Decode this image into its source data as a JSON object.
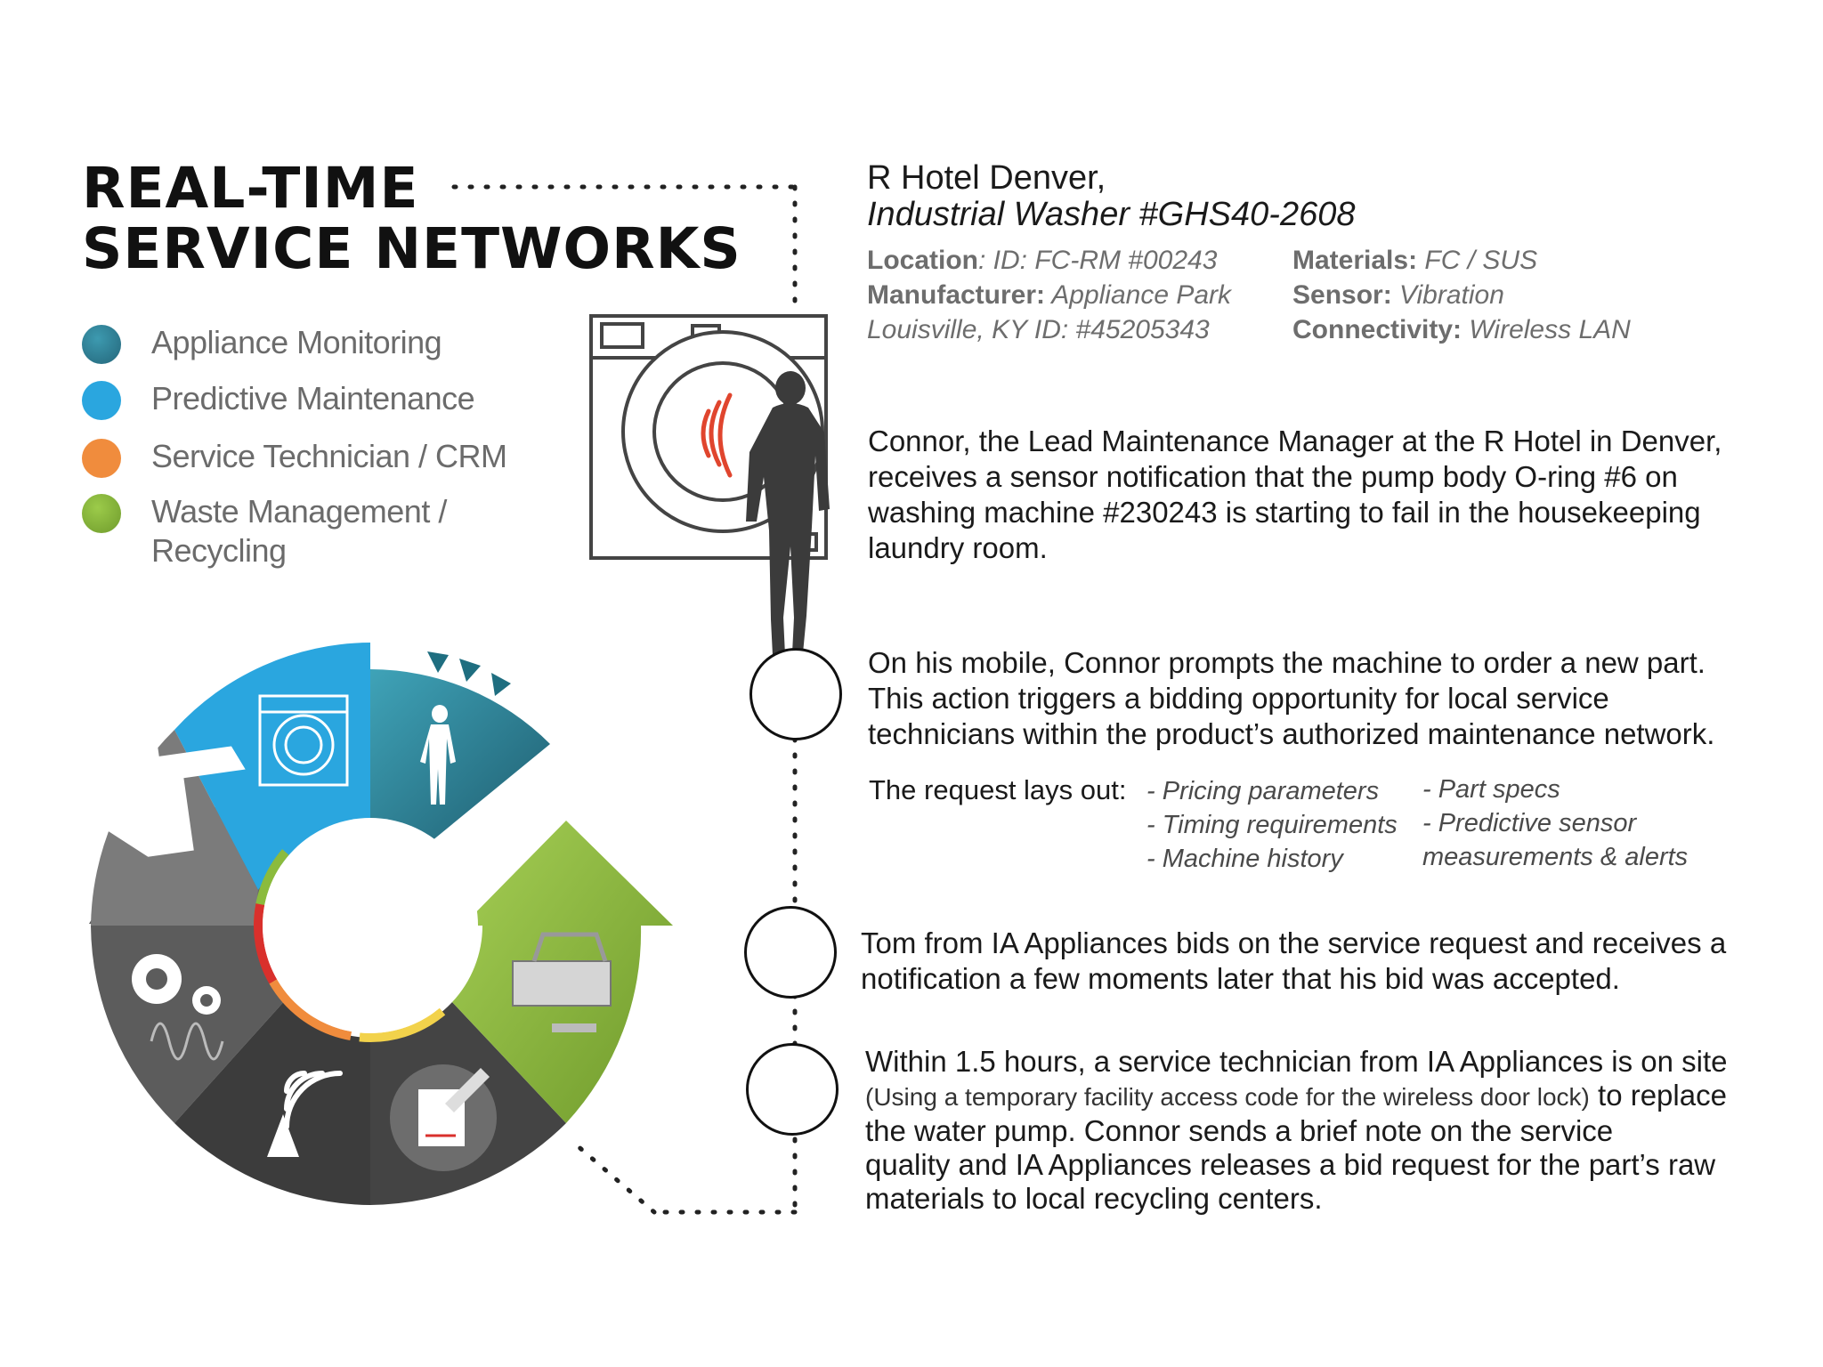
{
  "title": {
    "line1": "REAL-TIME",
    "line2": "SERVICE NETWORKS"
  },
  "legend": [
    {
      "label": "Appliance Monitoring",
      "color": "#2f7f94"
    },
    {
      "label": "Predictive Maintenance",
      "color": "#2aa6df"
    },
    {
      "label": "Service Technician / CRM",
      "color": "#f08c3d"
    },
    {
      "label": "Waste Management /",
      "label2": "Recycling",
      "color": "#8bbb3d"
    }
  ],
  "machine": {
    "hotel": "R Hotel Denver,",
    "name": "Industrial Washer #GHS40-2608",
    "location_key": "Location",
    "location_value": ": ID: FC-RM #00243",
    "manufacturer_key": "Manufacturer:",
    "manufacturer_value": " Appliance Park",
    "manufacturer_value2": "Louisville, KY ID: #45205343",
    "materials_key": "Materials:",
    "materials_value": "  FC / SUS",
    "sensor_key": "Sensor:",
    "sensor_value": " Vibration",
    "connectivity_key": "Connectivity:",
    "connectivity_value": " Wireless LAN"
  },
  "steps": {
    "p1": [
      "Connor, the Lead Maintenance Manager at the R Hotel in Denver,",
      "receives a sensor notification that the pump body O-ring #6 on",
      "washing machine #230243 is starting to fail in the housekeeping",
      "laundry room."
    ],
    "p2": [
      "On his mobile, Connor prompts the machine to order a new part.",
      "This action triggers a bidding opportunity for local service",
      "technicians within the product’s authorized maintenance network."
    ],
    "request_label": "The request lays out:",
    "request_col1": [
      "- Pricing parameters",
      "- Timing requirements",
      "- Machine history"
    ],
    "request_col2": [
      "- Part  specs",
      "- Predictive sensor",
      "measurements & alerts"
    ],
    "p3": [
      "Tom from IA Appliances bids on the service request and receives a",
      "notification a few moments later that his bid was accepted."
    ],
    "p4_line1": "Within 1.5 hours, a service technician from IA Appliances is on site",
    "p4_small": "(Using a temporary facility access code for the wireless door lock)",
    "p4_line2_rest": " to replace",
    "p4_rest": [
      "the water pump. Connor sends a brief note on the service",
      "quality and IA Appliances releases a bid request for the part’s raw",
      "materials to local recycling centers."
    ]
  },
  "colors": {
    "teal": "#2f7f94",
    "blue": "#2aa6df",
    "orange": "#f08c3d",
    "green": "#8bbb3d",
    "grey": "#6e6e6e",
    "dark": "#3a3a3a",
    "red": "#d9302c"
  },
  "icons": [
    "washer-icon",
    "person-silhouette-icon",
    "tools-icon",
    "document-pen-icon",
    "wireless-signal-icon",
    "gears-icon",
    "down-arrow-icon",
    "vibration-icon"
  ]
}
